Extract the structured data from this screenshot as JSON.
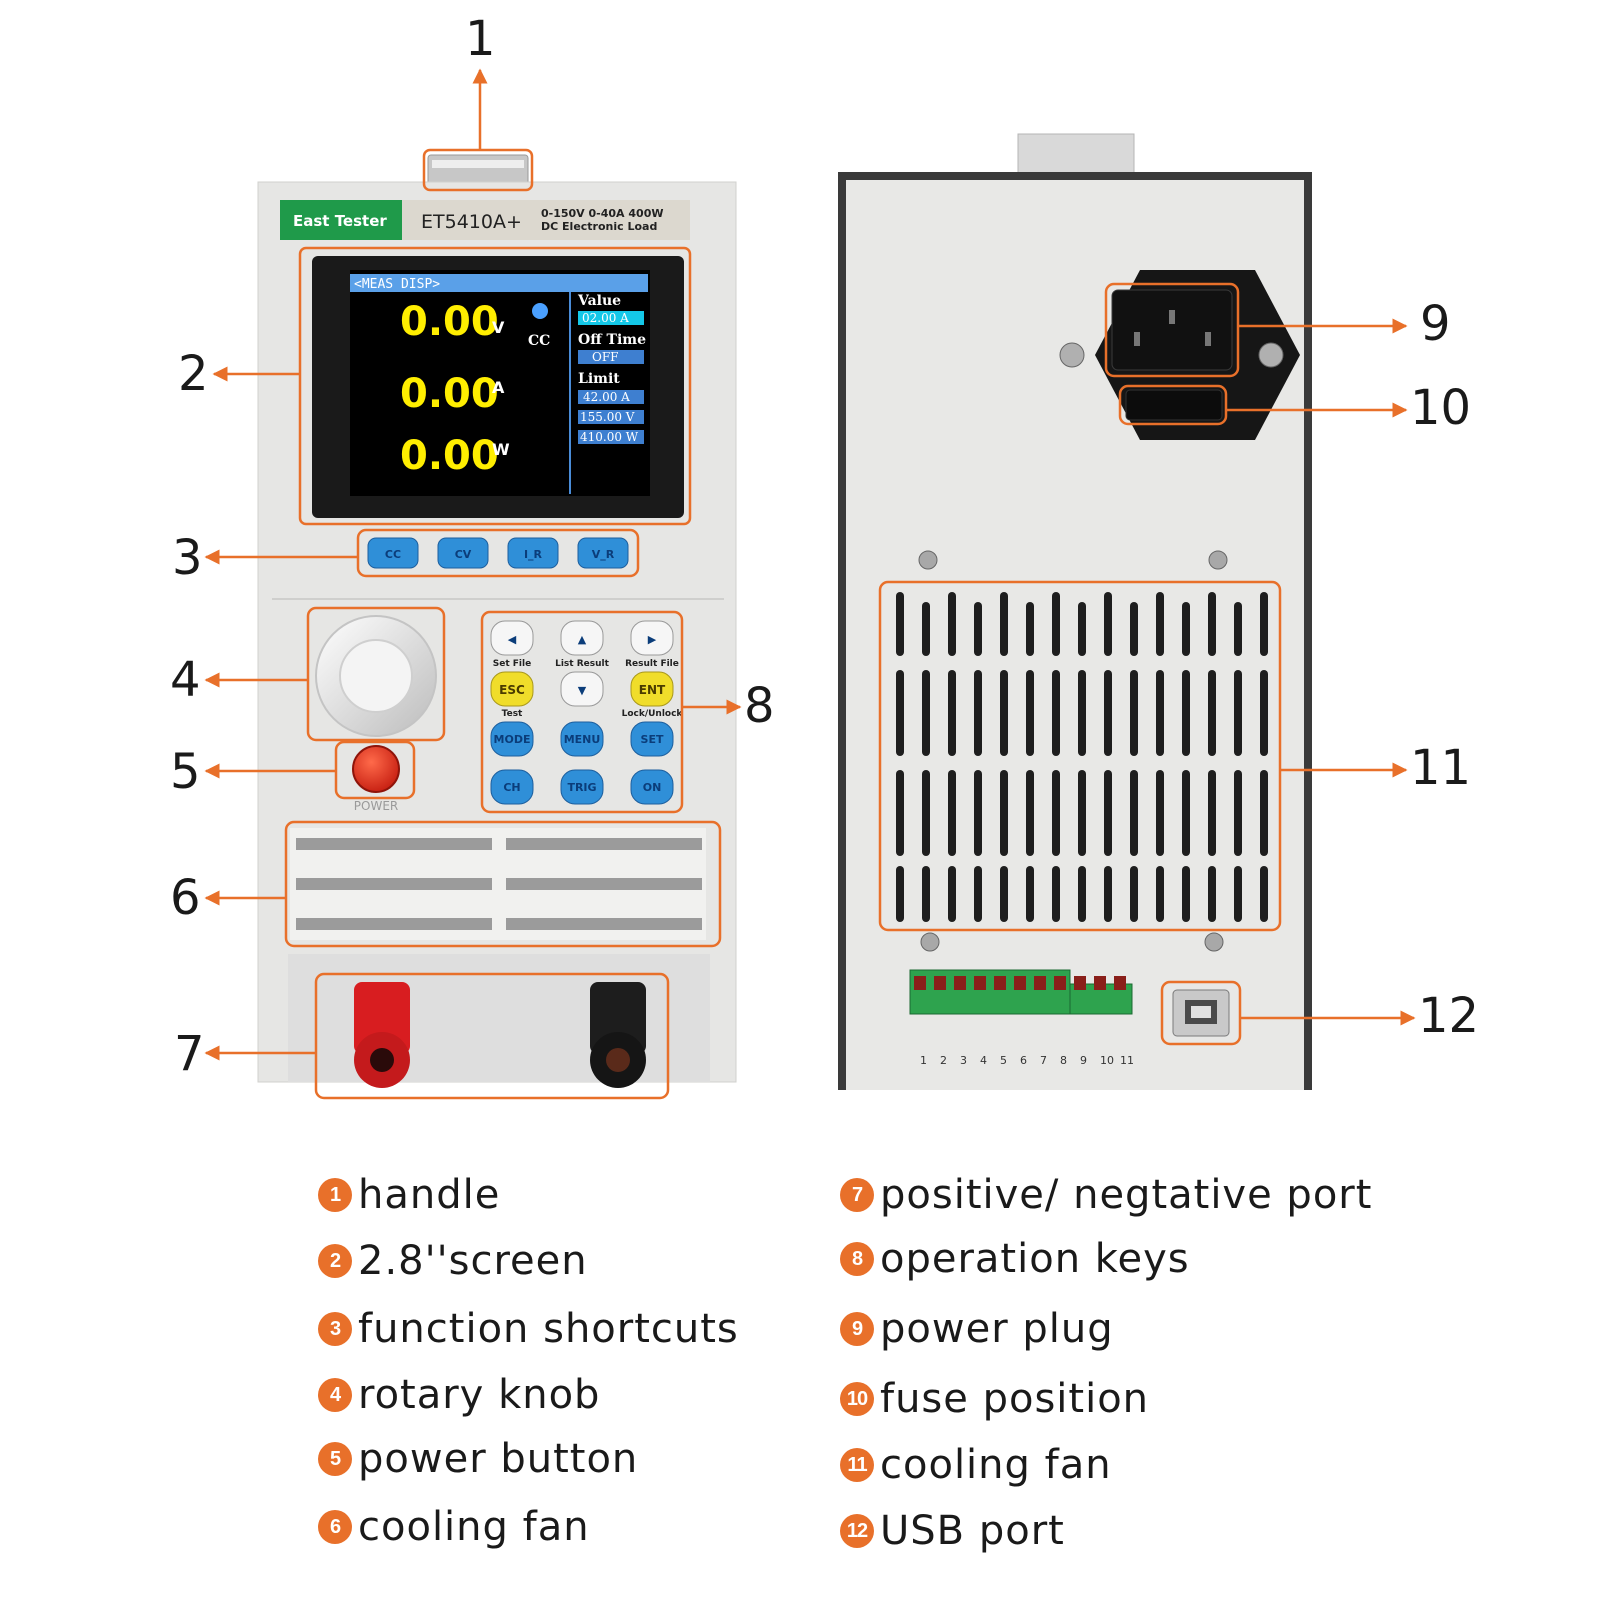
{
  "device": {
    "brand": "East Tester",
    "model": "ET5410A+",
    "spec_line1": "0-150V 0-40A 400W",
    "spec_line2": "DC Electronic Load",
    "power_label": "POWER"
  },
  "screen": {
    "header": "<MEAS DISP>",
    "voltage": "0.00",
    "voltage_unit": "V",
    "current": "0.00",
    "current_unit": "A",
    "power": "0.00",
    "power_unit": "W",
    "mode": "CC",
    "value_label": "Value",
    "value_field": "02.00 A",
    "off_time_label": "Off Time",
    "off_time_value": "OFF",
    "limit_label": "Limit",
    "limit_current": "42.00 A",
    "limit_voltage": "155.00 V",
    "limit_power": "410.00 W"
  },
  "function_keys": [
    "CC",
    "CV",
    "I_R",
    "V_R"
  ],
  "operation_keys": {
    "left": "◀",
    "up": "▲",
    "right": "▶",
    "down": "▼",
    "esc": "ESC",
    "ent": "ENT",
    "mode": "MODE",
    "menu": "MENU",
    "set": "SET",
    "ch": "CH",
    "trig": "TRIG",
    "on": "ON",
    "sub_set_file": "Set File",
    "sub_list_result": "List Result",
    "sub_result_file": "Result File",
    "sub_test": "Test",
    "sub_lock": "Lock/Unlock"
  },
  "terminal_pins": [
    "1",
    "2",
    "3",
    "4",
    "5",
    "6",
    "7",
    "8",
    "9",
    "10",
    "11"
  ],
  "callouts": [
    "1",
    "2",
    "3",
    "4",
    "5",
    "6",
    "7",
    "8",
    "9",
    "10",
    "11",
    "12"
  ],
  "legend": [
    {
      "num": "1",
      "text": "handle"
    },
    {
      "num": "2",
      "text": "2.8''screen"
    },
    {
      "num": "3",
      "text": "function shortcuts"
    },
    {
      "num": "4",
      "text": "rotary knob"
    },
    {
      "num": "5",
      "text": "power button"
    },
    {
      "num": "6",
      "text": "cooling fan"
    },
    {
      "num": "7",
      "text": "positive/ negtative port"
    },
    {
      "num": "8",
      "text": "operation keys"
    },
    {
      "num": "9",
      "text": "power plug"
    },
    {
      "num": "10",
      "text": "fuse position"
    },
    {
      "num": "11",
      "text": "cooling fan"
    },
    {
      "num": "12",
      "text": "USB port"
    }
  ],
  "colors": {
    "accent": "#e8702a",
    "brand_green": "#1f9a4a",
    "key_blue": "#2f8fd8",
    "key_yellow": "#f0dd2a",
    "screen_value": "#ffee00"
  }
}
